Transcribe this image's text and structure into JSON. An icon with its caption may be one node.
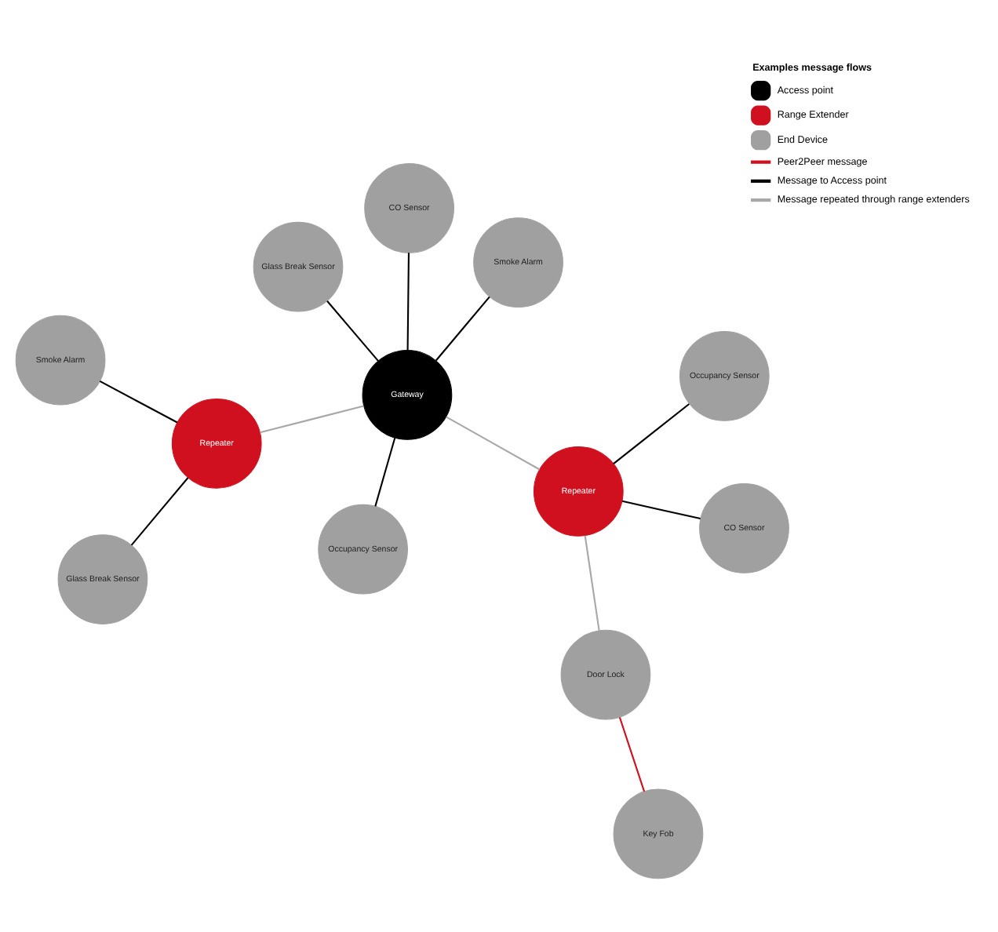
{
  "diagram": {
    "nodes": [
      {
        "text": [
          "Smoke Alarm"
        ]
      },
      {
        "text": [
          "Repeater"
        ]
      },
      {
        "text": [
          "Key Fob"
        ]
      },
      {
        "text": [
          "Door Lock"
        ]
      },
      {
        "text": [
          "Occupancy Sensor"
        ]
      },
      {
        "text": [
          "CO Sensor"
        ]
      },
      {
        "text": [
          "Glass Break Sensor"
        ]
      },
      {
        "text": [
          "Repeater"
        ]
      },
      {
        "text": [
          "Gateway"
        ]
      },
      {
        "text": [
          "Occupancy Sensor"
        ]
      },
      {
        "text": [
          "CO Sensor"
        ]
      },
      {
        "text": [
          "Glass Break Sensor"
        ]
      },
      {
        "text": [
          "Smoke Alarm"
        ]
      }
    ],
    "edges": [
      {
        "from": 2,
        "to": 3,
        "arrow": "none",
        "color": "#d0101e"
      },
      {
        "from": 3,
        "to": 7,
        "arrow": "none",
        "color": "#a8a8a8"
      },
      {
        "from": 4,
        "to": 7,
        "arrow": "none"
      },
      {
        "from": 10,
        "to": 7,
        "arrow": "none"
      },
      {
        "from": 7,
        "to": 8,
        "arrow": "none",
        "color": "#a8a8a8"
      },
      {
        "from": 5,
        "to": 8,
        "arrow": "none"
      },
      {
        "from": 8,
        "to": 9,
        "arrow": "none"
      },
      {
        "from": 8,
        "to": 12,
        "arrow": "none"
      },
      {
        "from": 8,
        "to": 11,
        "arrow": "none"
      },
      {
        "from": 8,
        "to": 1,
        "arrow": "none",
        "color": "#a8a8a8"
      },
      {
        "from": 1,
        "to": 0,
        "arrow": "none"
      },
      {
        "from": 1,
        "to": 6,
        "arrow": "none"
      }
    ],
    "labels": [
      "Examples message flows"
    ],
    "legend": [
      {
        "text": "Access point",
        "color": "#000000"
      },
      {
        "text": "Range Extender",
        "color": "#d0101e"
      },
      {
        "text": "End Device",
        "color": "#a0a0a0"
      },
      {
        "text": "Peer2Peer message"
      },
      {
        "text": "Message to Access point"
      },
      {
        "text": "Message repeated through range extenders"
      }
    ]
  }
}
